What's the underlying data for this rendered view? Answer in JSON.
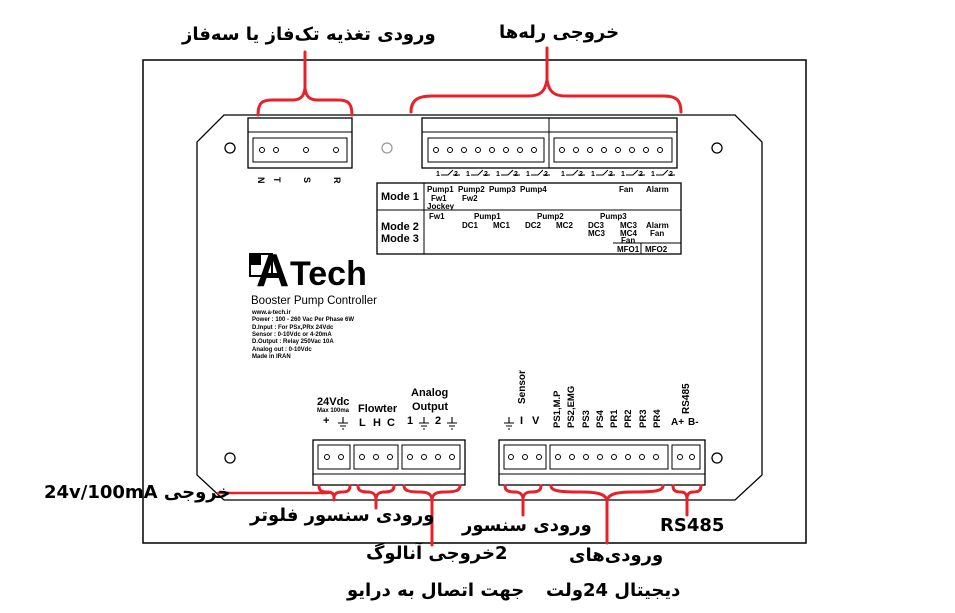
{
  "annotations": {
    "power_input": "ورودی تغذیه تک‌فاز یا سه‌فاز",
    "relay_outputs": "خروجی رله‌ها",
    "output_24v": "خروجی 24v/100mA",
    "flowter_sensor_input": "ورودی سنسور فلوتر",
    "analog_output_line1": "2خروجی آنالوگ",
    "analog_output_line2": "جهت اتصال به درایو",
    "sensor_input": "ورودی سنسور",
    "digital_inputs_line1": "ورودی‌های",
    "digital_inputs_line2": "دیجیتال 24ولت",
    "rs485": "RS485"
  },
  "power_terminal": {
    "labels": [
      "N",
      "T",
      "S",
      "R"
    ]
  },
  "relay_labels": [
    "1",
    "2",
    "1",
    "2",
    "1",
    "2",
    "1",
    "2",
    "1",
    "2",
    "1",
    "2",
    "1",
    "2",
    "1",
    "2"
  ],
  "mode_table": {
    "mode1": "Mode 1",
    "mode2": "Mode 2",
    "mode3": "Mode 3",
    "row1": {
      "pump1": "Pump1",
      "fw1": "Fw1",
      "jockey": "Jockey",
      "pump2": "Pump2",
      "fw2": "Fw2",
      "pump3": "Pump3",
      "pump4": "Pump4",
      "fan": "Fan",
      "alarm": "Alarm"
    },
    "row2": {
      "fw1": "Fw1",
      "pump1": "Pump1",
      "dc1": "DC1",
      "mc1": "MC1",
      "pump2": "Pump2",
      "dc2": "DC2",
      "mc2": "MC2",
      "pump3": "Pump3",
      "dc3": "DC3",
      "mc3a": "MC3",
      "mc3b": "MC3",
      "mc4": "MC4",
      "fan": "Fan",
      "alarm": "Alarm",
      "fan2": "Fan",
      "mfo1": "MFO1",
      "mfo2": "MFO2"
    }
  },
  "logo": {
    "brand_a": "A",
    "brand_rest": "Tech",
    "subtitle": "Booster Pump Controller",
    "specs": [
      "www.a-tech.ir",
      "Power : 100 - 260 Vac Per Phase 6W",
      "D.Input : For PSx,PRx 24Vdc",
      "Sensor : 0-10Vdc or 4-20mA",
      "D.Output : Relay 250Vac 10A",
      "Analog out : 0-10Vdc",
      "Made in IRAN"
    ]
  },
  "bottom_terminals": {
    "v24_title": "24Vdc",
    "v24_sub": "Max 100ma",
    "v24_plus": "+",
    "flowter_title": "Flowter",
    "flowter_pins": [
      "L",
      "H",
      "C"
    ],
    "analog_title1": "Analog",
    "analog_title2": "Output",
    "analog_pins": [
      "1",
      "2"
    ],
    "sensor_title": "Sensor",
    "sensor_pins": [
      "I",
      "V"
    ],
    "digital_inputs": [
      "PS1,M.P",
      "PS2,EMG",
      "PS3",
      "PS4",
      "PR1",
      "PR2",
      "PR3",
      "PR4"
    ],
    "rs485_title": "RS485",
    "rs485_pins": [
      "A+",
      "B-"
    ]
  },
  "colors": {
    "accent": "#e8202a",
    "line": "#000000",
    "board": "#ffffff"
  }
}
